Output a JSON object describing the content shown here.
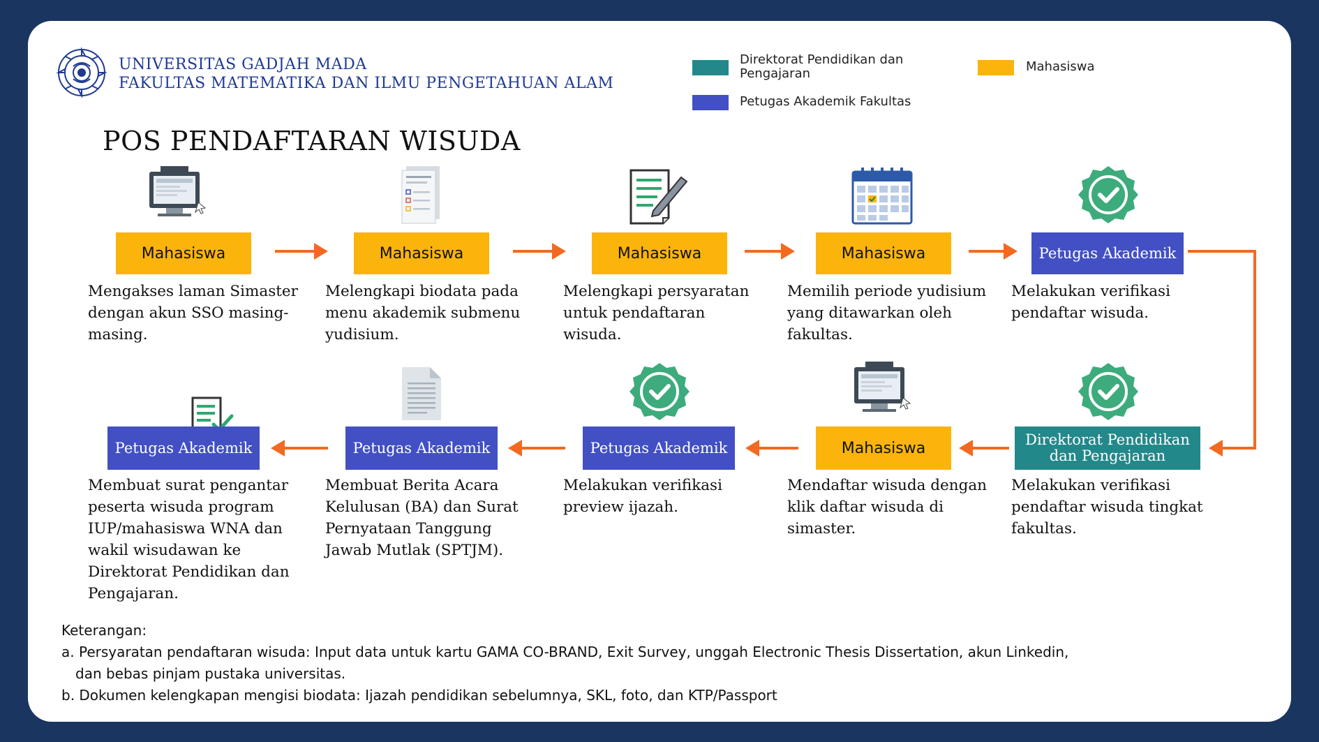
{
  "header": {
    "university": "UNIVERSITAS GADJAH MADA",
    "faculty": "FAKULTAS MATEMATIKA DAN ILMU PENGETAHUAN ALAM",
    "logo_icon": "ugm-seal-icon"
  },
  "title": "POS PENDAFTARAN WISUDA",
  "legend": [
    {
      "label": "Direktorat Pendidikan dan Pengajaran",
      "color": "#23888a"
    },
    {
      "label": "Mahasiswa",
      "color": "#fbb40b"
    },
    {
      "label": "Petugas Akademik Fakultas",
      "color": "#4250c4"
    }
  ],
  "colors": {
    "mahasiswa": "#fbb40b",
    "petugas_akademik": "#4250c4",
    "direktorat": "#23888a",
    "arrow": "#f26a21",
    "background": "#1b3561"
  },
  "steps": [
    {
      "role": "Mahasiswa",
      "icon": "computer-screen-icon",
      "desc": "Mengakses laman Simaster dengan akun SSO masing-masing."
    },
    {
      "role": "Mahasiswa",
      "icon": "document-form-icon",
      "desc": "Melengkapi biodata pada menu akademik submenu yudisium."
    },
    {
      "role": "Mahasiswa",
      "icon": "document-pen-icon",
      "desc": "Melengkapi persyaratan untuk pendaftaran wisuda."
    },
    {
      "role": "Mahasiswa",
      "icon": "calendar-icon",
      "desc": "Memilih periode yudisium yang ditawarkan oleh fakultas."
    },
    {
      "role": "Petugas Akademik",
      "icon": "check-badge-icon",
      "desc": "Melakukan verifikasi pendaftar wisuda."
    },
    {
      "role": "Direktorat Pendidikan dan Pengajaran",
      "icon": "check-badge-icon",
      "desc": "Melakukan verifikasi pendaftar wisuda tingkat fakultas."
    },
    {
      "role": "Mahasiswa",
      "icon": "computer-screen-icon",
      "desc": "Mendaftar wisuda dengan klik daftar wisuda di simaster."
    },
    {
      "role": "Petugas Akademik",
      "icon": "check-badge-icon",
      "desc": "Melakukan verifikasi preview ijazah."
    },
    {
      "role": "Petugas Akademik",
      "icon": "document-icon",
      "desc": "Membuat Berita Acara Kelulusan (BA) dan Surat Pernyataan Tanggung Jawab Mutlak (SPTJM)."
    },
    {
      "role": "Petugas Akademik",
      "icon": "document-check-icon",
      "desc": "Membuat surat pengantar peserta wisuda program IUP/mahasiswa WNA dan wakil wisudawan ke Direktorat Pendidikan dan Pengajaran."
    }
  ],
  "notes": {
    "heading": "Keterangan:",
    "items": [
      "a. Persyaratan pendaftaran wisuda: Input data untuk kartu GAMA CO-BRAND, Exit Survey, unggah Electronic Thesis Dissertation, akun Linkedin,",
      "dan bebas pinjam pustaka universitas.",
      "b. Dokumen kelengkapan mengisi biodata: Ijazah pendidikan sebelumnya, SKL, foto, dan KTP/Passport"
    ]
  }
}
